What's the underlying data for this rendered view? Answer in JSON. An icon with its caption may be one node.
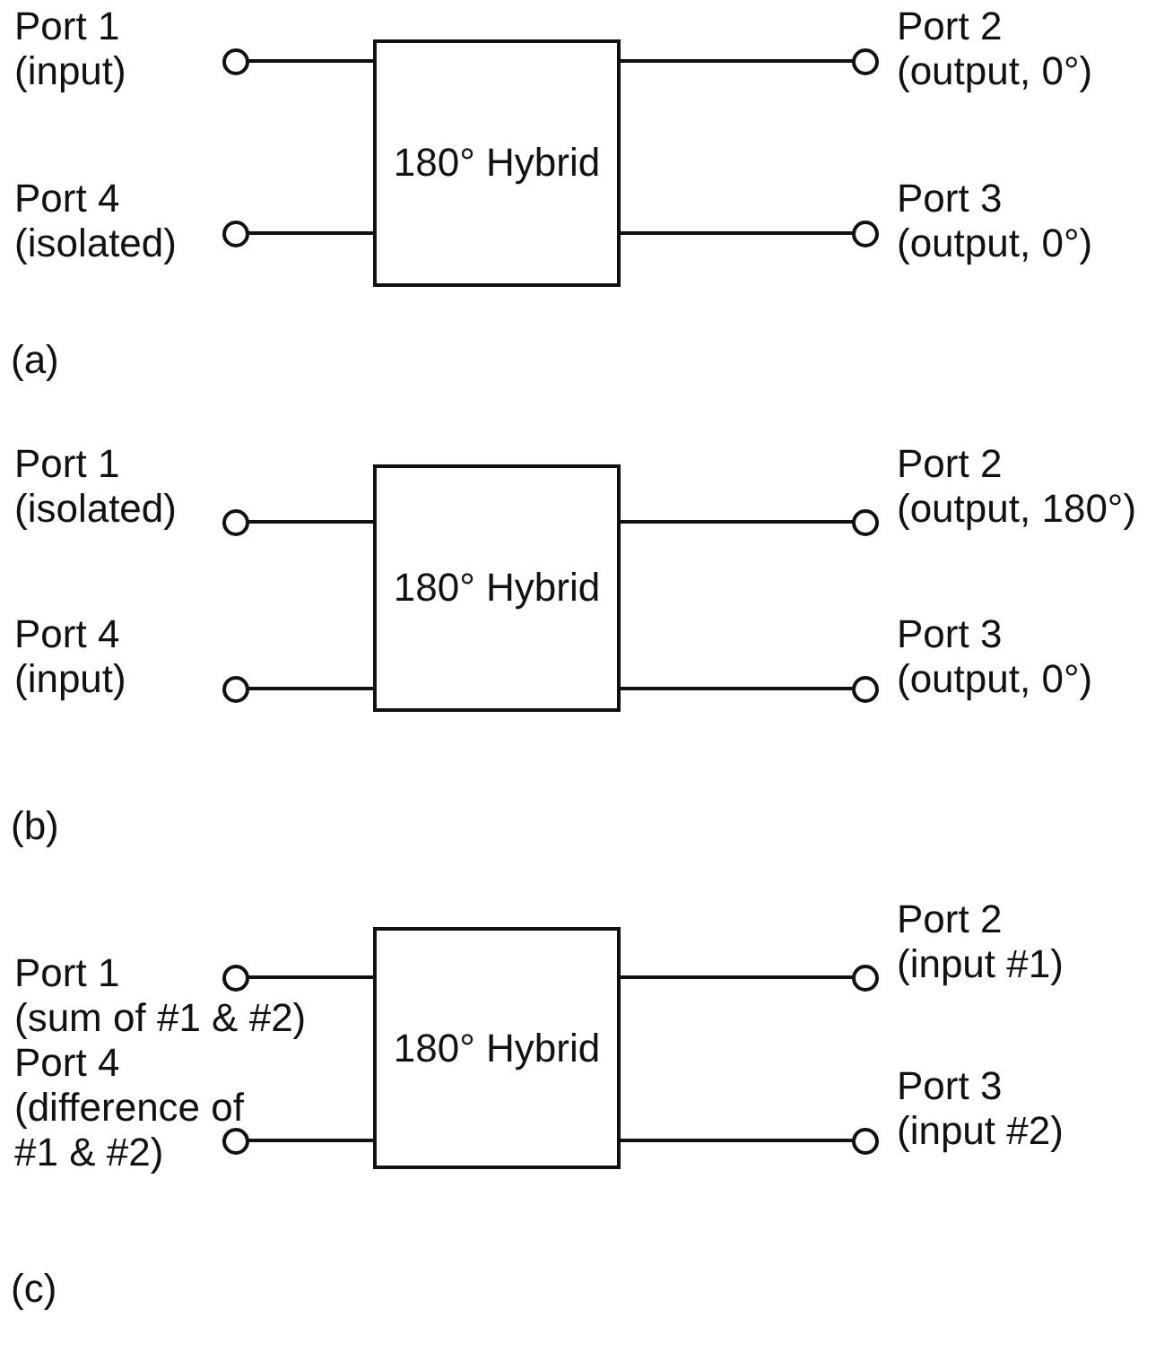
{
  "diagram": {
    "nodes": [
      {
        "text": [],
        "shape": "circle",
        "beside": [
          "Port 1",
          "(input)"
        ]
      },
      {
        "text": [
          "180° Hybrid"
        ]
      },
      {
        "text": [],
        "shape": "circle",
        "beside": [
          "Port 2",
          "(output, 0°)"
        ]
      },
      {
        "text": [],
        "shape": "circle",
        "beside": [
          "Port 4",
          "(isolated)"
        ]
      },
      {
        "text": [],
        "shape": "circle",
        "beside": [
          "Port 3",
          "(output, 0°)"
        ]
      },
      {
        "text": [],
        "shape": "circle",
        "beside": [
          "Port 1",
          "(isolated)"
        ]
      },
      {
        "text": [
          "180° Hybrid"
        ]
      },
      {
        "text": [],
        "shape": "circle",
        "beside": [
          "Port 2",
          "(output, 180°)"
        ]
      },
      {
        "text": [],
        "shape": "circle",
        "beside": [
          "Port 4",
          "(input)"
        ]
      },
      {
        "text": [],
        "shape": "circle",
        "beside": [
          "Port 3",
          "(output, 0°)"
        ]
      },
      {
        "text": [],
        "shape": "circle",
        "beside": [
          "Port 1",
          "(sum of #1 & #2)"
        ]
      },
      {
        "text": [
          "180° Hybrid"
        ]
      },
      {
        "text": [],
        "shape": "circle",
        "beside": [
          "Port 2",
          "(input #1)"
        ]
      },
      {
        "text": [],
        "shape": "circle",
        "beside": [
          "Port 4",
          "(difference of #1 & #2)"
        ]
      },
      {
        "text": [],
        "shape": "circle",
        "beside": [
          "Port 3",
          "(input #2)"
        ]
      }
    ],
    "edges": [
      {
        "from": 0,
        "to": 1,
        "arrow": "none"
      },
      {
        "from": 1,
        "to": 2,
        "arrow": "none"
      },
      {
        "from": 3,
        "to": 1,
        "arrow": "none"
      },
      {
        "from": 1,
        "to": 4,
        "arrow": "none"
      },
      {
        "from": 5,
        "to": 6,
        "arrow": "none"
      },
      {
        "from": 6,
        "to": 7,
        "arrow": "none"
      },
      {
        "from": 8,
        "to": 6,
        "arrow": "none"
      },
      {
        "from": 6,
        "to": 9,
        "arrow": "none"
      },
      {
        "from": 10,
        "to": 11,
        "arrow": "none"
      },
      {
        "from": 11,
        "to": 12,
        "arrow": "none"
      },
      {
        "from": 13,
        "to": 11,
        "arrow": "none"
      },
      {
        "from": 11,
        "to": 14,
        "arrow": "none"
      }
    ],
    "labels": [
      "(a)",
      "(b)",
      "(c)"
    ]
  }
}
